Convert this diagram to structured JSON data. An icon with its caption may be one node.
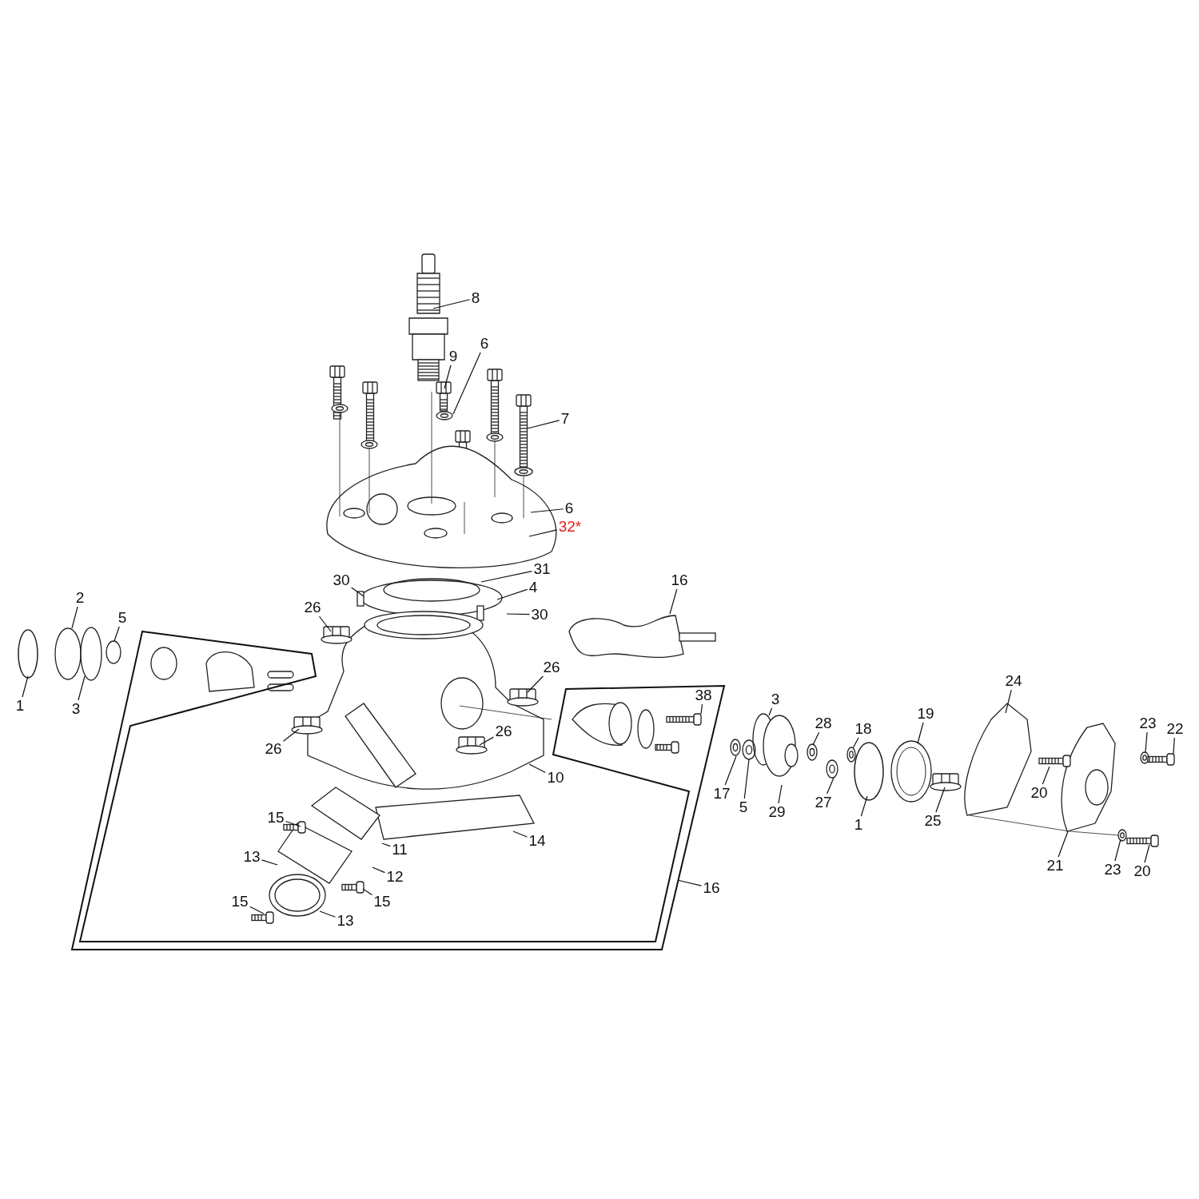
{
  "diagram": {
    "nodes": [
      {
        "text": [],
        "shape": "box"
      },
      {
        "text": [
          "1"
        ]
      },
      {
        "text": [
          "2"
        ]
      },
      {
        "text": [
          "3"
        ]
      },
      {
        "text": [
          "5"
        ]
      },
      {
        "text": [
          "26"
        ]
      },
      {
        "text": [
          "26"
        ]
      },
      {
        "text": [
          "26"
        ],
        "in": 0
      },
      {
        "text": [
          "26"
        ],
        "in": 0
      },
      {
        "text": [
          "38"
        ],
        "in": 0
      },
      {
        "text": [
          "3"
        ]
      },
      {
        "text": [
          "28"
        ]
      },
      {
        "text": [
          "18"
        ]
      },
      {
        "text": [
          "19"
        ]
      },
      {
        "text": [
          "24"
        ]
      },
      {
        "text": [
          "23"
        ]
      },
      {
        "text": [
          "22"
        ]
      },
      {
        "text": [
          "17"
        ]
      },
      {
        "text": [
          "5"
        ]
      },
      {
        "text": [
          "29"
        ]
      },
      {
        "text": [
          "27"
        ]
      },
      {
        "text": [
          "1"
        ]
      },
      {
        "text": [
          "25"
        ]
      },
      {
        "text": [
          "20"
        ]
      },
      {
        "text": [
          "21"
        ]
      },
      {
        "text": [
          "23"
        ]
      },
      {
        "text": [
          "20"
        ]
      },
      {
        "text": [
          "16"
        ]
      },
      {
        "text": [
          "10"
        ],
        "in": 0
      },
      {
        "text": [
          "14"
        ],
        "in": 0
      },
      {
        "text": [
          "11"
        ],
        "in": 0
      },
      {
        "text": [
          "12"
        ],
        "in": 0
      },
      {
        "text": [
          "13"
        ],
        "in": 0
      },
      {
        "text": [
          "13"
        ],
        "in": 0
      },
      {
        "text": [
          "15"
        ],
        "in": 0
      },
      {
        "text": [
          "15"
        ],
        "in": 0
      },
      {
        "text": [
          "15"
        ],
        "in": 0
      },
      {
        "text": [
          "16"
        ]
      },
      {
        "text": [
          "30"
        ]
      },
      {
        "text": [
          "30"
        ]
      },
      {
        "text": [
          "31"
        ]
      },
      {
        "text": [
          "4"
        ]
      },
      {
        "text": [
          "32*"
        ]
      },
      {
        "text": [
          "6"
        ]
      },
      {
        "text": [
          "7"
        ]
      },
      {
        "text": [
          "6"
        ]
      },
      {
        "text": [
          "9"
        ]
      },
      {
        "text": [
          "8"
        ]
      }
    ],
    "edges": [
      {
        "from": 1,
        "to": null,
        "arrow": "none"
      },
      {
        "from": 2,
        "to": null,
        "arrow": "none"
      },
      {
        "from": 3,
        "to": null,
        "arrow": "none"
      },
      {
        "from": 4,
        "to": null,
        "arrow": "none"
      },
      {
        "from": 5,
        "to": null,
        "arrow": "none"
      },
      {
        "from": 6,
        "to": null,
        "arrow": "none"
      },
      {
        "from": 7,
        "to": null,
        "arrow": "none"
      },
      {
        "from": 8,
        "to": null,
        "arrow": "none"
      },
      {
        "from": 9,
        "to": null,
        "arrow": "none"
      },
      {
        "from": 10,
        "to": null,
        "arrow": "none"
      },
      {
        "from": 11,
        "to": null,
        "arrow": "none"
      },
      {
        "from": 12,
        "to": null,
        "arrow": "none"
      },
      {
        "from": 13,
        "to": null,
        "arrow": "none"
      },
      {
        "from": 14,
        "to": null,
        "arrow": "none"
      },
      {
        "from": 15,
        "to": null,
        "arrow": "none"
      },
      {
        "from": 16,
        "to": null,
        "arrow": "none"
      },
      {
        "from": 17,
        "to": null,
        "arrow": "none"
      },
      {
        "from": 18,
        "to": null,
        "arrow": "none"
      },
      {
        "from": 19,
        "to": null,
        "arrow": "none"
      },
      {
        "from": 20,
        "to": null,
        "arrow": "none"
      },
      {
        "from": 21,
        "to": null,
        "arrow": "none"
      },
      {
        "from": 22,
        "to": null,
        "arrow": "none"
      },
      {
        "from": 23,
        "to": null,
        "arrow": "none"
      },
      {
        "from": 24,
        "to": null,
        "arrow": "none"
      },
      {
        "from": 25,
        "to": null,
        "arrow": "none"
      },
      {
        "from": 26,
        "to": null,
        "arrow": "none"
      },
      {
        "from": 27,
        "to": 0,
        "arrow": "none"
      },
      {
        "from": 28,
        "to": null,
        "arrow": "none"
      },
      {
        "from": 29,
        "to": null,
        "arrow": "none"
      },
      {
        "from": 30,
        "to": null,
        "arrow": "none"
      },
      {
        "from": 31,
        "to": null,
        "arrow": "none"
      },
      {
        "from": 32,
        "to": null,
        "arrow": "none"
      },
      {
        "from": 33,
        "to": null,
        "arrow": "none"
      },
      {
        "from": 34,
        "to": null,
        "arrow": "none"
      },
      {
        "from": 35,
        "to": null,
        "arrow": "none"
      },
      {
        "from": 36,
        "to": null,
        "arrow": "none"
      },
      {
        "from": 37,
        "to": null,
        "arrow": "none"
      },
      {
        "from": 38,
        "to": null,
        "arrow": "none"
      },
      {
        "from": 39,
        "to": null,
        "arrow": "none"
      },
      {
        "from": 40,
        "to": null,
        "arrow": "none"
      },
      {
        "from": 41,
        "to": null,
        "arrow": "none"
      },
      {
        "from": 42,
        "to": null,
        "arrow": "none"
      },
      {
        "from": 43,
        "to": null,
        "arrow": "none"
      },
      {
        "from": 44,
        "to": null,
        "arrow": "none"
      },
      {
        "from": 45,
        "to": null,
        "arrow": "none"
      },
      {
        "from": 46,
        "to": null,
        "arrow": "none"
      },
      {
        "from": 47,
        "to": null,
        "arrow": "none"
      }
    ]
  }
}
